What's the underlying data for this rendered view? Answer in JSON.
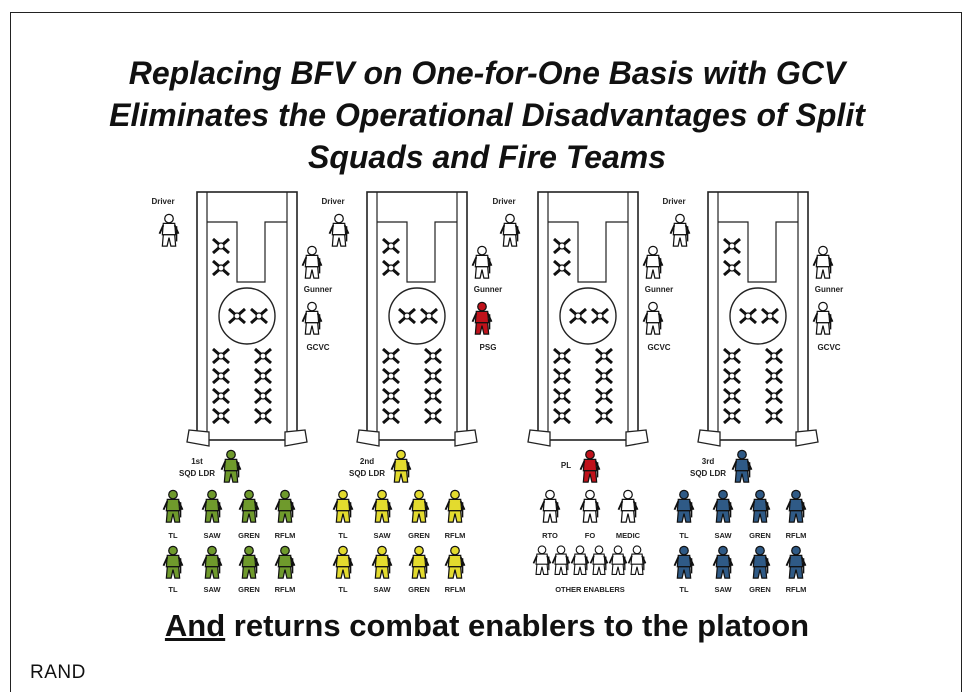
{
  "title": {
    "line1": "Replacing BFV on One-for-One Basis with GCV",
    "line2": "Eliminates the Operational Disadvantages of Split",
    "line3": "Squads and Fire Teams"
  },
  "subtitle": {
    "emphasis": "And",
    "rest": " returns combat enablers to the platoon"
  },
  "brand": "RAND",
  "colors": {
    "green": "#6f9a2c",
    "yellow": "#e3db2e",
    "red": "#c0121b",
    "blue": "#2f5a86",
    "white": "#ffffff"
  },
  "vehicles": [
    {
      "driver": "Driver",
      "gunner": "Gunner",
      "commander": "GCVC",
      "commander_color": "white",
      "leader": {
        "label_line1": "1st",
        "label_line2": "SQD LDR",
        "color": "green"
      },
      "team_color": "green",
      "row1": [
        "TL",
        "SAW",
        "GREN",
        "RFLM"
      ],
      "row2": [
        "TL",
        "SAW",
        "GREN",
        "RFLM"
      ]
    },
    {
      "driver": "Driver",
      "gunner": "Gunner",
      "commander": "PSG",
      "commander_color": "red",
      "leader": {
        "label_line1": "2nd",
        "label_line2": "SQD LDR",
        "color": "yellow"
      },
      "team_color": "yellow",
      "row1": [
        "TL",
        "SAW",
        "GREN",
        "RFLM"
      ],
      "row2": [
        "TL",
        "SAW",
        "GREN",
        "RFLM"
      ]
    },
    {
      "driver": "Driver",
      "gunner": "Gunner",
      "commander": "GCVC",
      "commander_color": "white",
      "leader": {
        "label_line1": "",
        "label_line2": "PL",
        "color": "red"
      },
      "team_color": "white",
      "enablers": [
        "RTO",
        "FO",
        "MEDIC"
      ],
      "enabler_group": "OTHER ENABLERS"
    },
    {
      "driver": "Driver",
      "gunner": "Gunner",
      "commander": "GCVC",
      "commander_color": "white",
      "leader": {
        "label_line1": "3rd",
        "label_line2": "SQD LDR",
        "color": "blue"
      },
      "team_color": "blue",
      "row1": [
        "TL",
        "SAW",
        "GREN",
        "RFLM"
      ],
      "row2": [
        "TL",
        "SAW",
        "GREN",
        "RFLM"
      ]
    }
  ]
}
